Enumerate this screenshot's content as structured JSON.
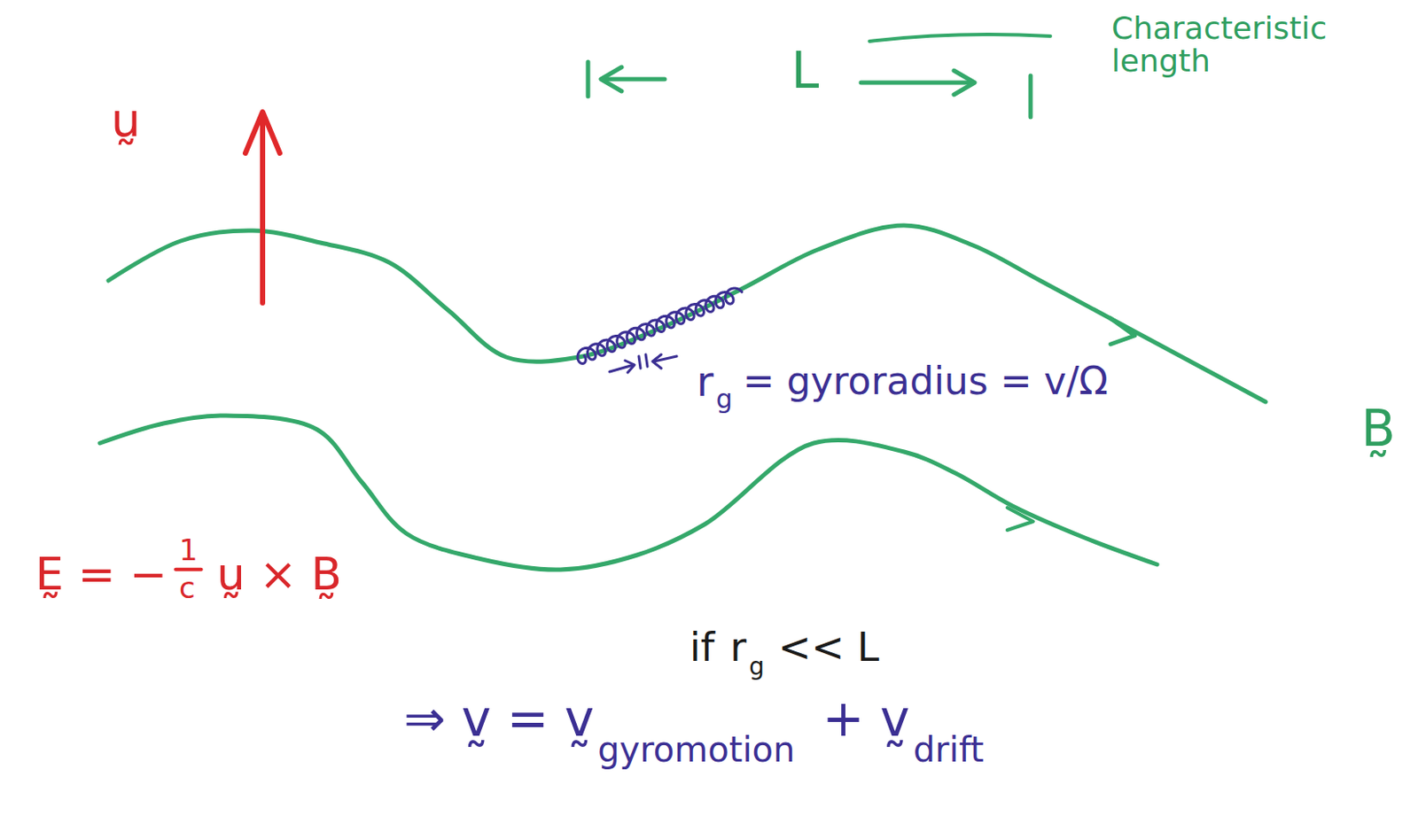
{
  "diagram": {
    "labels": [
      "L",
      "Characteristic length",
      "ṵ",
      "r",
      "g",
      "= gyroradius = v/Ω",
      "B̰",
      "Ḛ = −",
      "1",
      "c",
      "ṵ × B̰",
      "if",
      "r",
      "g",
      "<< L",
      "⇒ v̰ = v̰",
      "gyromotion",
      "+ v̰",
      "drift"
    ]
  }
}
